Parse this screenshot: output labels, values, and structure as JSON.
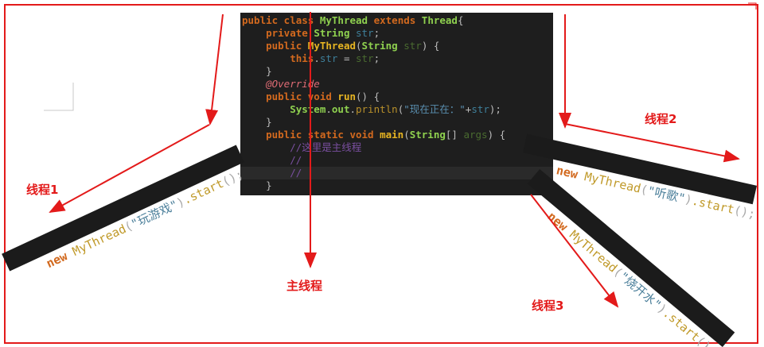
{
  "code": {
    "l1": [
      "public class ",
      "MyThread",
      " extends ",
      "Thread",
      "{"
    ],
    "l2": [
      "    private ",
      "String",
      " str",
      ";"
    ],
    "l3": [
      "    public ",
      "MyThread",
      "(",
      "String",
      " str",
      ") {"
    ],
    "l4": [
      "        this",
      ".",
      "str",
      " = ",
      "str",
      ";"
    ],
    "l5": "    }",
    "l6": "    @Override",
    "l7": [
      "    public void ",
      "run",
      "() {"
    ],
    "l8": [
      "        System",
      ".",
      "out",
      ".",
      "println",
      "(",
      "\"现在正在：\"",
      "+",
      "str",
      ");"
    ],
    "l9": "    }",
    "l10": [
      "    public static void ",
      "main",
      "(",
      "String",
      "[] ",
      "args",
      ") {"
    ],
    "l11": "        //这里是主线程",
    "l12": "        //",
    "l13": "        //",
    "l14": "    }"
  },
  "strips": {
    "t1": {
      "new": "new ",
      "cls": "MyThread",
      "open": "(",
      "arg": "\"玩游戏\"",
      "close": ")",
      "call": ".start",
      "end": "();"
    },
    "t2": {
      "new": "new ",
      "cls": "MyThread",
      "open": "(",
      "arg": "\"听歌\"",
      "close": ")",
      "call": ".start",
      "end": "();"
    },
    "t3": {
      "new": "new ",
      "cls": "MyThread",
      "open": "(",
      "arg": "\"烧开水\"",
      "close": ")",
      "call": ".start",
      "end": "();"
    }
  },
  "labels": {
    "thread1": "线程1",
    "thread2": "线程2",
    "thread3": "线程3",
    "main": "主线程"
  },
  "colors": {
    "arrow": "#e31a1a",
    "code_bg": "#1e1e1e"
  }
}
